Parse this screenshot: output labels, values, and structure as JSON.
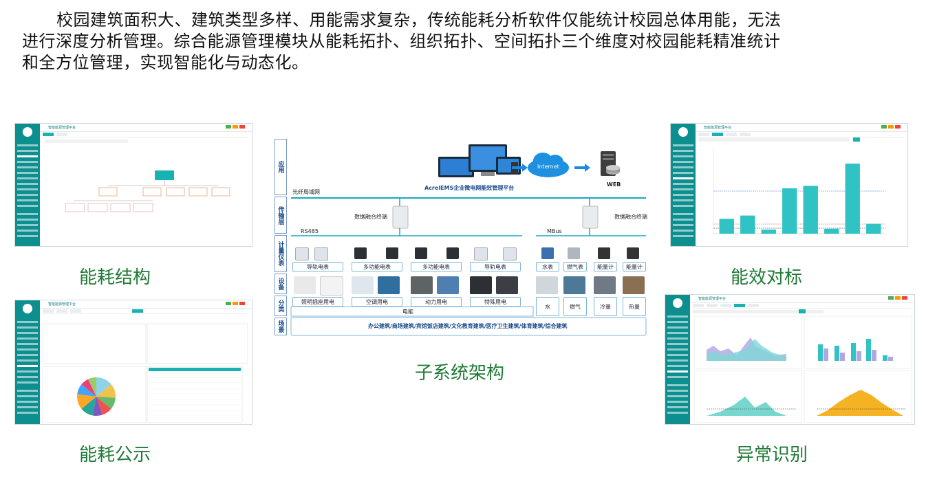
{
  "intro": {
    "line1": "校园建筑面积大、建筑类型多样、用能需求复杂，传统能耗分析软件仅能统计校园总体用能，无法",
    "line2": "进行深度分析管理。综合能源管理模块从能耗拓扑、组织拓扑、空间拓扑三个维度对校园能耗精准统计",
    "line3": "和全方位管理，实现智能化与动态化。"
  },
  "captions": {
    "structure": "能耗结构",
    "benchmark": "能效对标",
    "publicity": "能耗公示",
    "anomaly": "异常识别",
    "architecture": "子系统架构"
  },
  "architecture": {
    "layers": [
      "应用",
      "传输层",
      "计量仪表",
      "设备",
      "分类",
      "场景"
    ],
    "platform": "AcrelEMS企业微电网能效管理平台",
    "internet": "Internet",
    "web": "WEB",
    "network": "光纤局域网",
    "terminal": "数据融合终端",
    "rs485": "RS485",
    "mbus": "MBus",
    "meters": [
      "导轨电表",
      "多功能电表",
      "多功能电表",
      "导轨电表",
      "水表",
      "燃气表",
      "能量计",
      "能量计"
    ],
    "categories": [
      "照明插座用电",
      "空调用电",
      "动力用电",
      "特殊用电"
    ],
    "others": [
      "水",
      "燃气",
      "冷量",
      "热量"
    ],
    "electricity": "电能",
    "scene": "办公建筑/商场建筑/宾馆饭店建筑/文化教育建筑/医疗卫生建筑/体育建筑/综合建筑"
  },
  "screens": {
    "title": "智能能源管理平台",
    "benchmark_chart": {
      "type": "bar",
      "values": [
        18,
        22,
        5,
        55,
        58,
        6,
        85,
        12
      ],
      "ylim": [
        0,
        100
      ],
      "color": "#2fc3c3"
    },
    "pie": {
      "type": "pie",
      "values": [
        14,
        12,
        10,
        9,
        8,
        11,
        13,
        9,
        7,
        7
      ],
      "colors": [
        "#8fd3e8",
        "#f2c14e",
        "#66bb6a",
        "#ef5350",
        "#7e57c2",
        "#26a69a",
        "#ffa726",
        "#42a5f5",
        "#ec407a",
        "#9ccc65"
      ]
    }
  },
  "colors": {
    "teal": "#0e8f8f",
    "caption": "#1f7a35",
    "layer": "#1a4d8c"
  }
}
